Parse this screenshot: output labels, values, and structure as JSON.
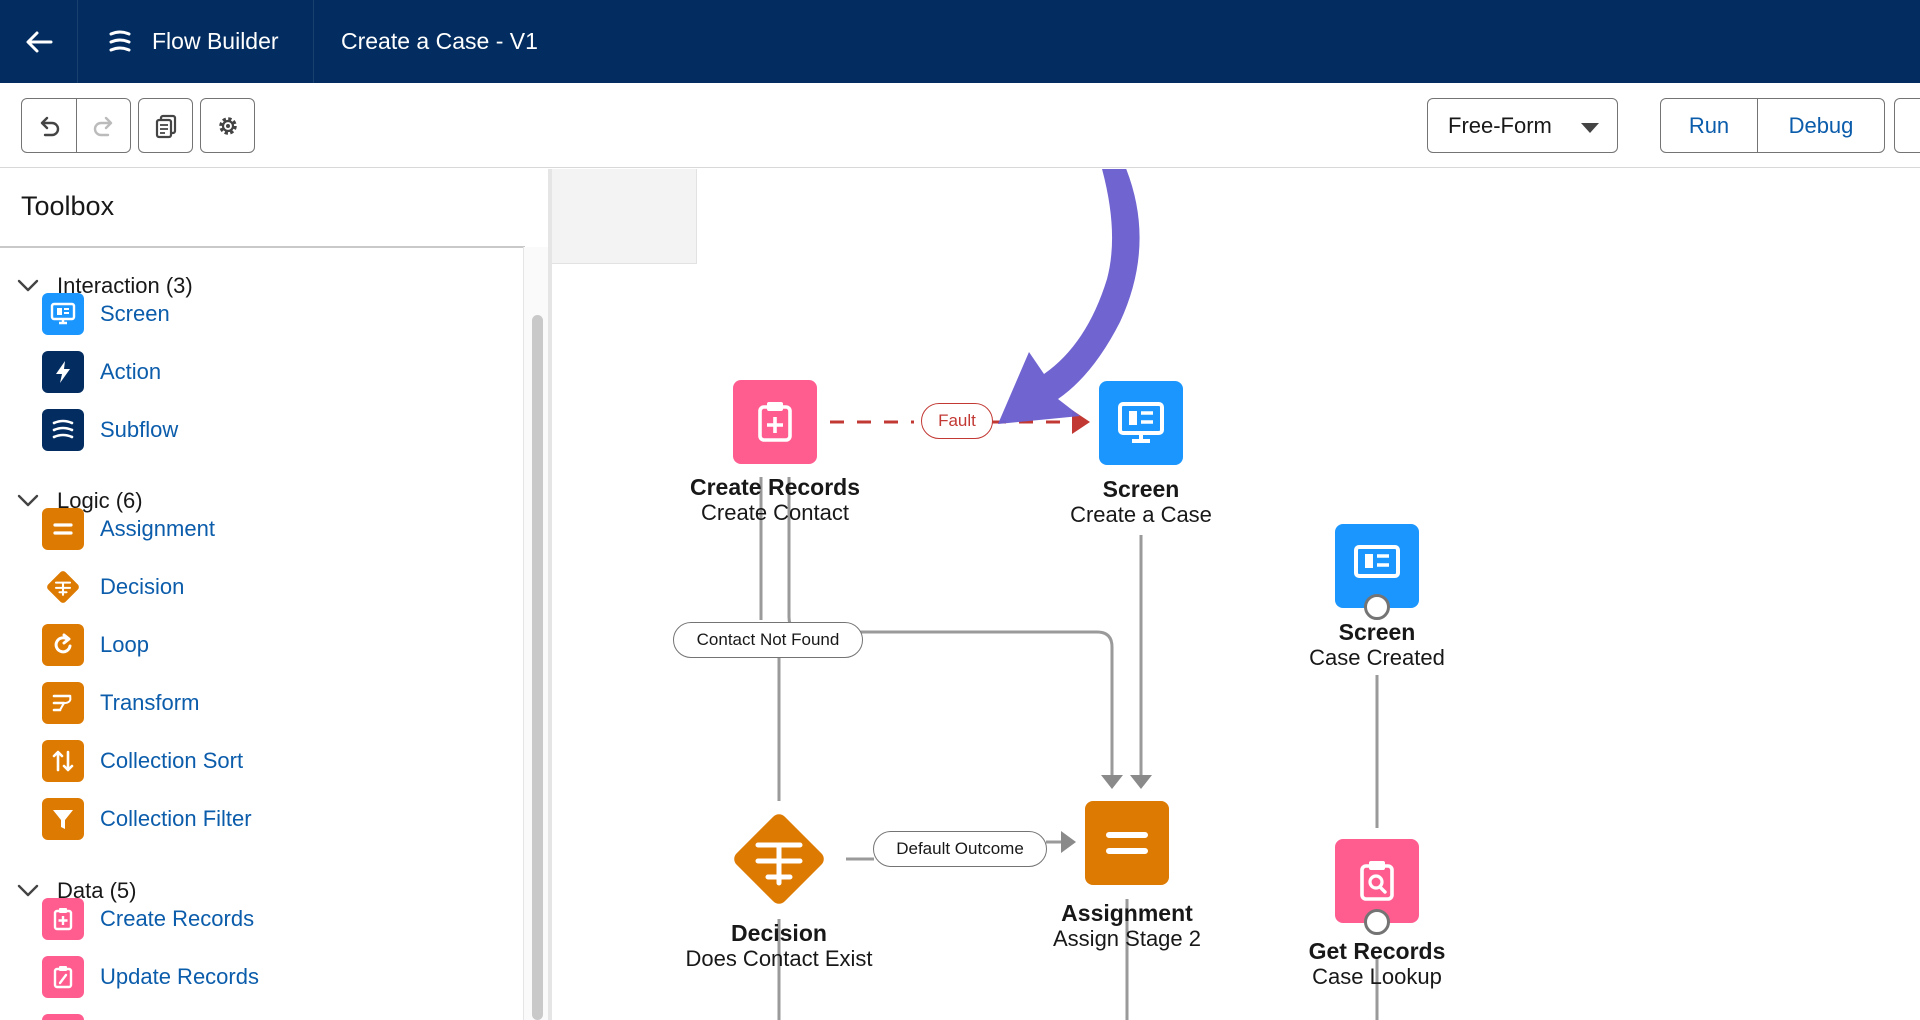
{
  "header": {
    "app_name": "Flow Builder",
    "flow_title": "Create a Case - V1"
  },
  "toolbar": {
    "layout_select_value": "Free-Form",
    "run_label": "Run",
    "debug_label": "Debug"
  },
  "toolbox": {
    "title": "Toolbox",
    "groups": [
      {
        "label": "Interaction (3)",
        "items": [
          "Screen",
          "Action",
          "Subflow"
        ]
      },
      {
        "label": "Logic (6)",
        "items": [
          "Assignment",
          "Decision",
          "Loop",
          "Transform",
          "Collection Sort",
          "Collection Filter"
        ]
      },
      {
        "label": "Data (5)",
        "items": [
          "Create Records",
          "Update Records"
        ]
      }
    ]
  },
  "canvas": {
    "nodes": {
      "create_records": {
        "type": "Create Records",
        "name": "Create Contact"
      },
      "screen_case": {
        "type": "Screen",
        "name": "Create a Case"
      },
      "screen_created": {
        "type": "Screen",
        "name": "Case Created"
      },
      "decision": {
        "type": "Decision",
        "name": "Does Contact Exist"
      },
      "assignment": {
        "type": "Assignment",
        "name": "Assign Stage 2"
      },
      "get_records": {
        "type": "Get Records",
        "name": "Case Lookup"
      }
    },
    "connector_labels": {
      "fault": "Fault",
      "contact_not_found": "Contact Not Found",
      "default_outcome": "Default Outcome"
    }
  },
  "colors": {
    "header_bg": "#032d60",
    "link_blue": "#0b5cab",
    "screen_blue": "#1b96ff",
    "logic_orange": "#dd7a01",
    "data_pink": "#ff5d8f",
    "fault_red": "#c23934",
    "annotation_arrow": "#6b5fcf"
  },
  "icons": [
    "back-arrow-icon",
    "flow-builder-logo-icon",
    "undo-icon",
    "redo-icon",
    "copy-icon",
    "gear-icon",
    "chevron-down-icon",
    "screen-icon",
    "lightning-icon",
    "subflow-icon",
    "assignment-icon",
    "decision-icon",
    "loop-icon",
    "transform-icon",
    "sort-icon",
    "filter-icon",
    "create-records-icon",
    "update-records-icon",
    "get-records-icon"
  ]
}
